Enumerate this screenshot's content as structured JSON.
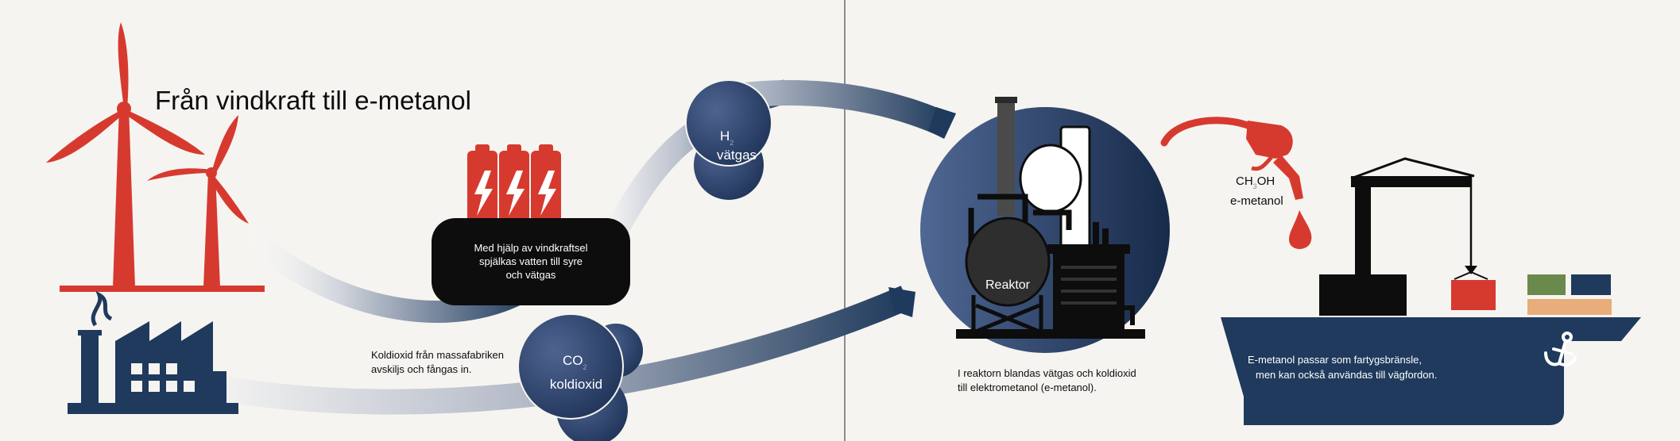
{
  "title": "Från vindkraft till e-metanol",
  "electrolysis": {
    "line1": "Med hjälp av vindkraftsel",
    "line2": "spjälkas vatten till syre",
    "line3": "och vätgas"
  },
  "hydrogen": {
    "formula_main": "H",
    "formula_sub": "2",
    "name": "vätgas"
  },
  "co2": {
    "formula_main": "CO",
    "formula_sub": "2",
    "name": "koldioxid"
  },
  "capture_text": {
    "line1": "Koldioxid från massafabriken",
    "line2": "avskiljs och fångas in."
  },
  "reactor": {
    "label": "Reaktor",
    "line1": "I reaktorn blandas vätgas och koldioxid",
    "line2": "till elektrometanol (e-metanol)."
  },
  "methanol": {
    "formula_a": "CH",
    "formula_sub": "3",
    "formula_b": "OH",
    "name": "e-metanol"
  },
  "ship_text": {
    "line1": "E-metanol passar som fartygsbränsle,",
    "line2": "men kan också användas till vägfordon."
  },
  "colors": {
    "red": "#d63a2f",
    "navy": "#1f3a5c",
    "black": "#0d0d0d",
    "background": "#f6f4f0",
    "container_green": "#6a8a4c",
    "container_orange": "#e8ad7a"
  }
}
